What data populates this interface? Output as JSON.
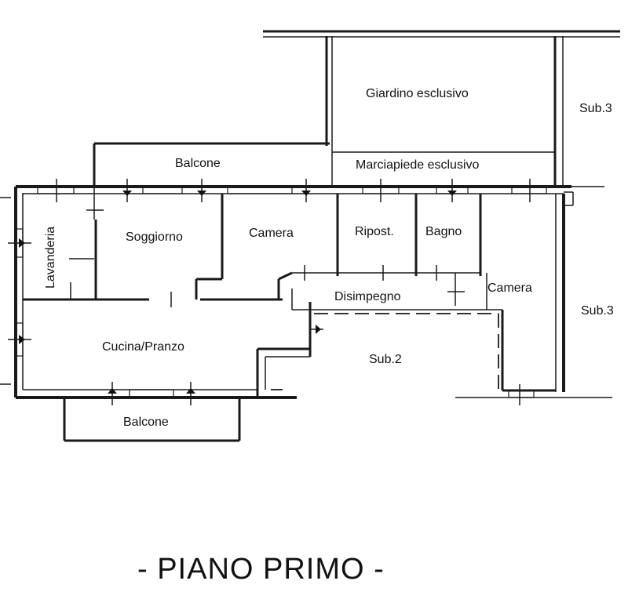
{
  "title": "- PIANO PRIMO -",
  "rooms": {
    "giardino": "Giardino esclusivo",
    "sub3_top": "Sub.3",
    "balcone_top": "Balcone",
    "marciapiede": "Marciapiede esclusivo",
    "lavanderia": "Lavanderia",
    "soggiorno": "Soggiorno",
    "camera_1": "Camera",
    "ripost": "Ripost.",
    "bagno": "Bagno",
    "camera_2": "Camera",
    "disimpegno": "Disimpegno",
    "sub3_right": "Sub.3",
    "cucina": "Cucina/Pranzo",
    "sub2": "Sub.2",
    "balcone_bottom": "Balcone"
  }
}
